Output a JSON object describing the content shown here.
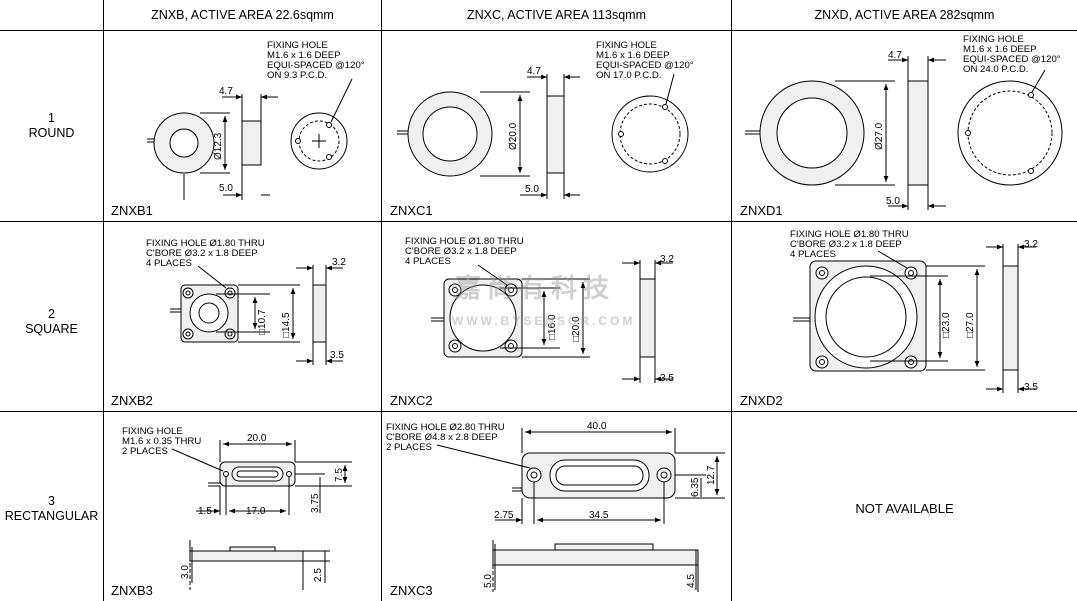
{
  "headers": {
    "znxb": "ZNXB, ACTIVE AREA 22.6sqmm",
    "znxc": "ZNXC, ACTIVE AREA 113sqmm",
    "znxd": "ZNXD, ACTIVE AREA 282sqmm"
  },
  "rows": {
    "round": {
      "num": "1",
      "name": "ROUND"
    },
    "square": {
      "num": "2",
      "name": "SQUARE"
    },
    "rect": {
      "num": "3",
      "name": "RECTANGULAR"
    }
  },
  "models": {
    "b1": "ZNXB1",
    "c1": "ZNXC1",
    "d1": "ZNXD1",
    "b2": "ZNXB2",
    "c2": "ZNXC2",
    "d2": "ZNXD2",
    "b3": "ZNXB3",
    "c3": "ZNXC3"
  },
  "not_available": "NOT AVAILABLE",
  "watermark": {
    "cn": "嘉尚有科技",
    "url": "WWW.BYSENSOR.COM"
  },
  "b1": {
    "note1": "FIXING HOLE",
    "note2": "M1.6 x 1.6 DEEP",
    "note3": "EQUI-SPACED @120°",
    "note4": "ON 9.3 P.C.D.",
    "d_thk": "4.7",
    "d_dia": "Ø12.3",
    "d_len": "5.0"
  },
  "c1": {
    "note1": "FIXING HOLE",
    "note2": "M1.6 x 1.6 DEEP",
    "note3": "EQUI-SPACED @120°",
    "note4": "ON 17.0 P.C.D.",
    "d_thk": "4.7",
    "d_dia": "Ø20.0",
    "d_len": "5.0"
  },
  "d1": {
    "note1": "FIXING HOLE",
    "note2": "M1.6 x 1.6 DEEP",
    "note3": "EQUI-SPACED @120°",
    "note4": "ON 24.0 P.C.D.",
    "d_thk": "4.7",
    "d_dia": "Ø27.0",
    "d_len": "5.0"
  },
  "b2": {
    "note1": "FIXING HOLE Ø1.80 THRU",
    "note2": "C'BORE Ø3.2 x 1.8 DEEP",
    "note3": "4 PLACES",
    "d_in": "□10.7",
    "d_out": "□14.5",
    "d_top": "3.2",
    "d_bot": "3.5"
  },
  "c2": {
    "note1": "FIXING HOLE Ø1.80 THRU",
    "note2": "C'BORE Ø3.2 x 1.8 DEEP",
    "note3": "4 PLACES",
    "d_in": "□16.0",
    "d_out": "□20.0",
    "d_top": "3.2",
    "d_bot": "3.5"
  },
  "d2": {
    "note1": "FIXING HOLE Ø1.80 THRU",
    "note2": "C'BORE Ø3.2 x 1.8 DEEP",
    "note3": "4 PLACES",
    "d_in": "□23.0",
    "d_out": "□27.0",
    "d_top": "3.2",
    "d_bot": "3.5"
  },
  "b3": {
    "note1": "FIXING HOLE",
    "note2": "M1.6 x 0.35 THRU",
    "note3": "2 PLACES",
    "d_w": "20.0",
    "d_h": "7.5",
    "d_hh": "3.75",
    "d_l": "1.5",
    "d_p": "17.0",
    "d_t1": "3.0",
    "d_t2": "2.5"
  },
  "c3": {
    "note1": "FIXING HOLE Ø2.80 THRU",
    "note2": "C'BORE Ø4.8 x 2.8 DEEP",
    "note3": "2 PLACES",
    "d_w": "40.0",
    "d_h": "12.7",
    "d_hh": "6.35",
    "d_l": "2.75",
    "d_p": "34.5",
    "d_t1": "5.0",
    "d_t2": "4.5"
  }
}
